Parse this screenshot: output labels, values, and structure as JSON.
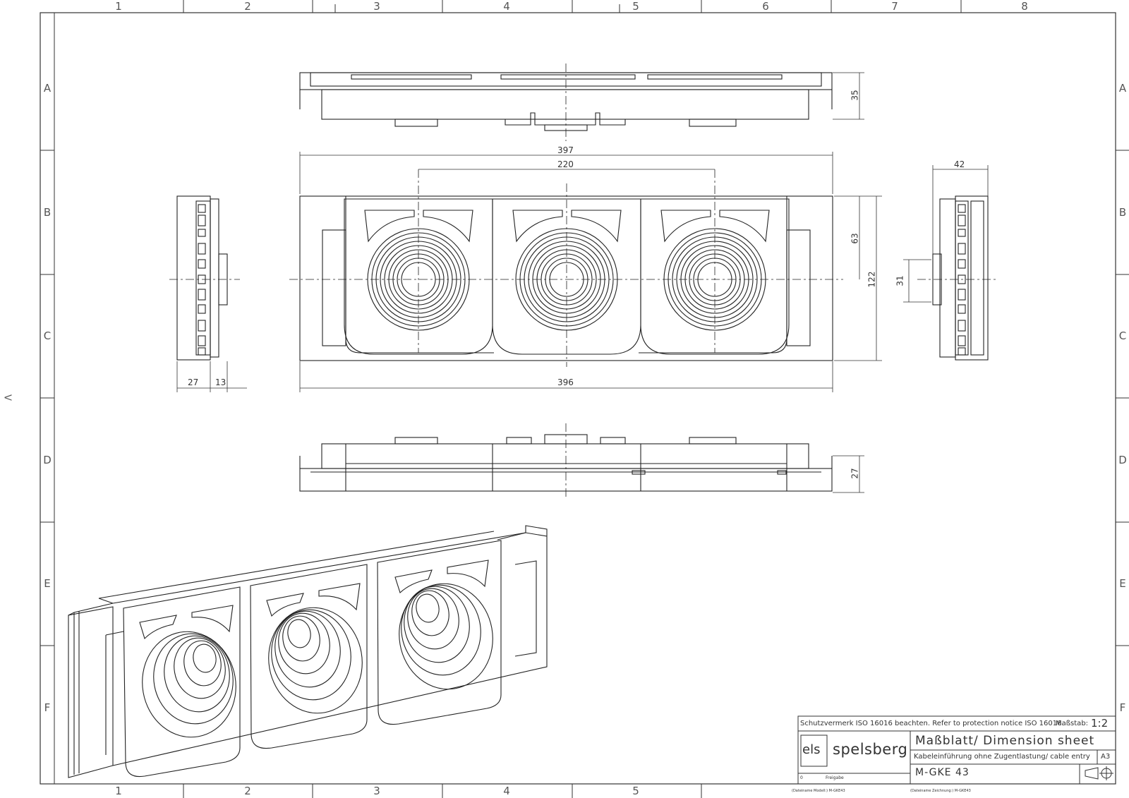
{
  "frame": {
    "column_labels": [
      "1",
      "2",
      "3",
      "4",
      "5",
      "6",
      "7",
      "8"
    ],
    "column_labels_bottom": [
      "1",
      "2",
      "3",
      "4",
      "5"
    ],
    "row_labels": [
      "A",
      "B",
      "C",
      "D",
      "E",
      "F"
    ],
    "left_margin_mark": "V"
  },
  "dimensions": {
    "top_height": "35",
    "front_width_top": "397",
    "front_hole_spacing": "220",
    "front_width_bottom": "396",
    "front_half_height": "63",
    "front_height": "122",
    "left_side_depth": "27",
    "left_side_offset": "13",
    "right_side_width": "42",
    "right_side_boss": "31",
    "bottom_height": "27"
  },
  "title_block": {
    "protection_notice": "Schutzvermerk ISO 16016 beachten. Refer to protection notice ISO 16016.",
    "scale_label": "Maßstab:",
    "scale_value": "1:2",
    "logo_box": "els",
    "logo_text": "spelsberg",
    "title": "Maßblatt/ Dimension sheet",
    "description": "Kabeleinführung ohne Zugentlastung/ cable entry",
    "format": "A3",
    "part_number": "M-GKE 43",
    "revision": "0",
    "release_label": "Freigabe",
    "model_filename": "(Dateiname Modell:) M-GKE43",
    "drawing_filename": "(Dateiname Zeichnung:) M-GKE43"
  }
}
